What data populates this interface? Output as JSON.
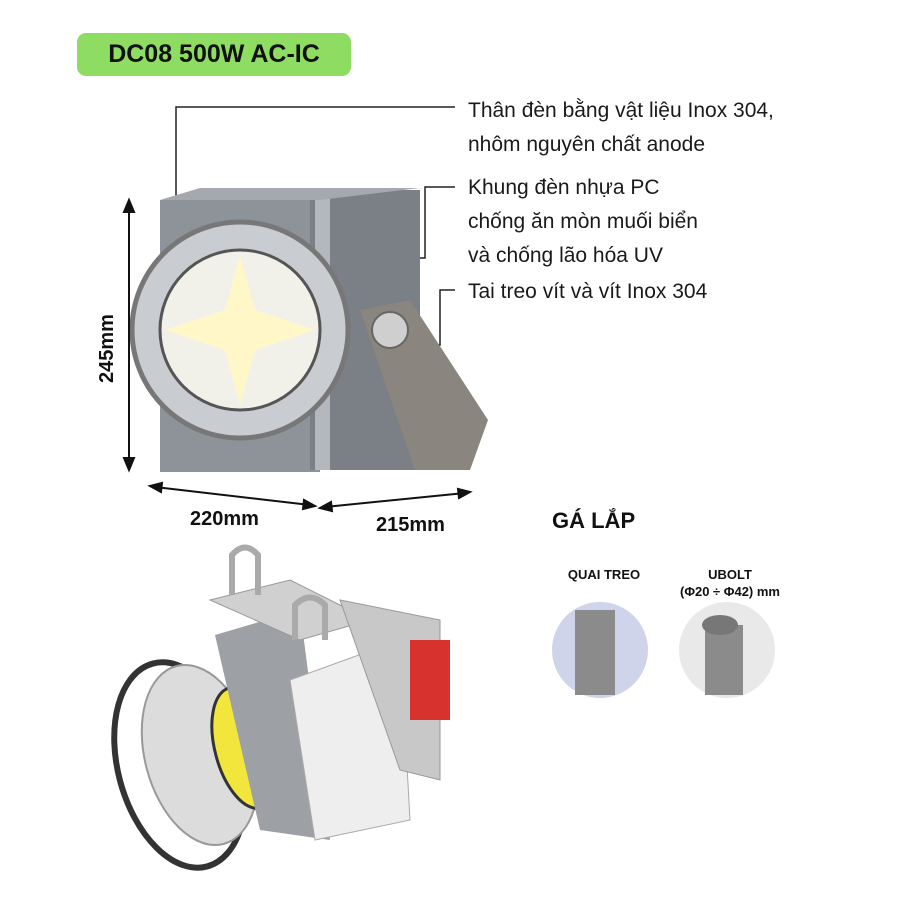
{
  "product_badge": "DC08 500W AC-IC",
  "features": [
    {
      "lines": [
        "Thân đèn bằng vật liệu Inox 304,",
        "nhôm nguyên chất anode"
      ]
    },
    {
      "lines": [
        "Khung đèn nhựa PC",
        "chống ăn mòn muối biển",
        "và chống lão hóa UV"
      ]
    },
    {
      "lines": [
        "Tai treo vít và vít Inox 304"
      ]
    }
  ],
  "dimensions": {
    "height": "245mm",
    "width": "220mm",
    "depth": "215mm"
  },
  "mounting": {
    "title": "GÁ LẮP",
    "options": [
      {
        "label": "QUAI TREO"
      },
      {
        "label": "UBOLT",
        "sub": "(Φ20 ÷ Φ42) mm"
      }
    ]
  },
  "colors": {
    "badge": "#8fdc62",
    "fan": "#d8322e"
  }
}
